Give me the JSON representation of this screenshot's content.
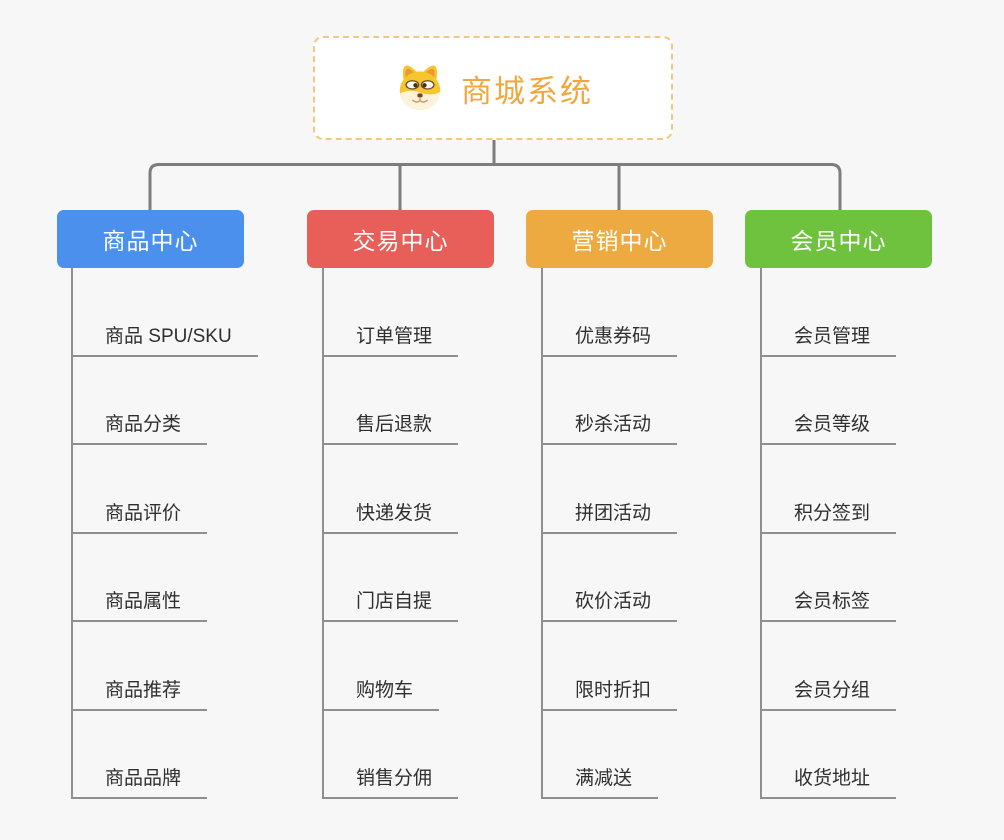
{
  "page": {
    "background": "#f7f7f7"
  },
  "style": {
    "connector_color": "#7d7d7d",
    "leaf_line_color": "#8f8f8f",
    "leaf_text_color": "#2f2f2f",
    "root_border_color": "#f3c87e",
    "root_text_color": "#f0a73e"
  },
  "root": {
    "title": "商城系统",
    "icon": "shiba-dog-icon"
  },
  "branches": [
    {
      "label": "商品中心",
      "color": "#4a90ec",
      "items": [
        "商品 SPU/SKU",
        "商品分类",
        "商品评价",
        "商品属性",
        "商品推荐",
        "商品品牌"
      ]
    },
    {
      "label": "交易中心",
      "color": "#e75f58",
      "items": [
        "订单管理",
        "售后退款",
        "快递发货",
        "门店自提",
        "购物车",
        "销售分佣"
      ]
    },
    {
      "label": "营销中心",
      "color": "#edaa41",
      "items": [
        "优惠券码",
        "秒杀活动",
        "拼团活动",
        "砍价活动",
        "限时折扣",
        "满减送"
      ]
    },
    {
      "label": "会员中心",
      "color": "#6ec23e",
      "items": [
        "会员管理",
        "会员等级",
        "积分签到",
        "会员标签",
        "会员分组",
        "收货地址"
      ]
    }
  ]
}
